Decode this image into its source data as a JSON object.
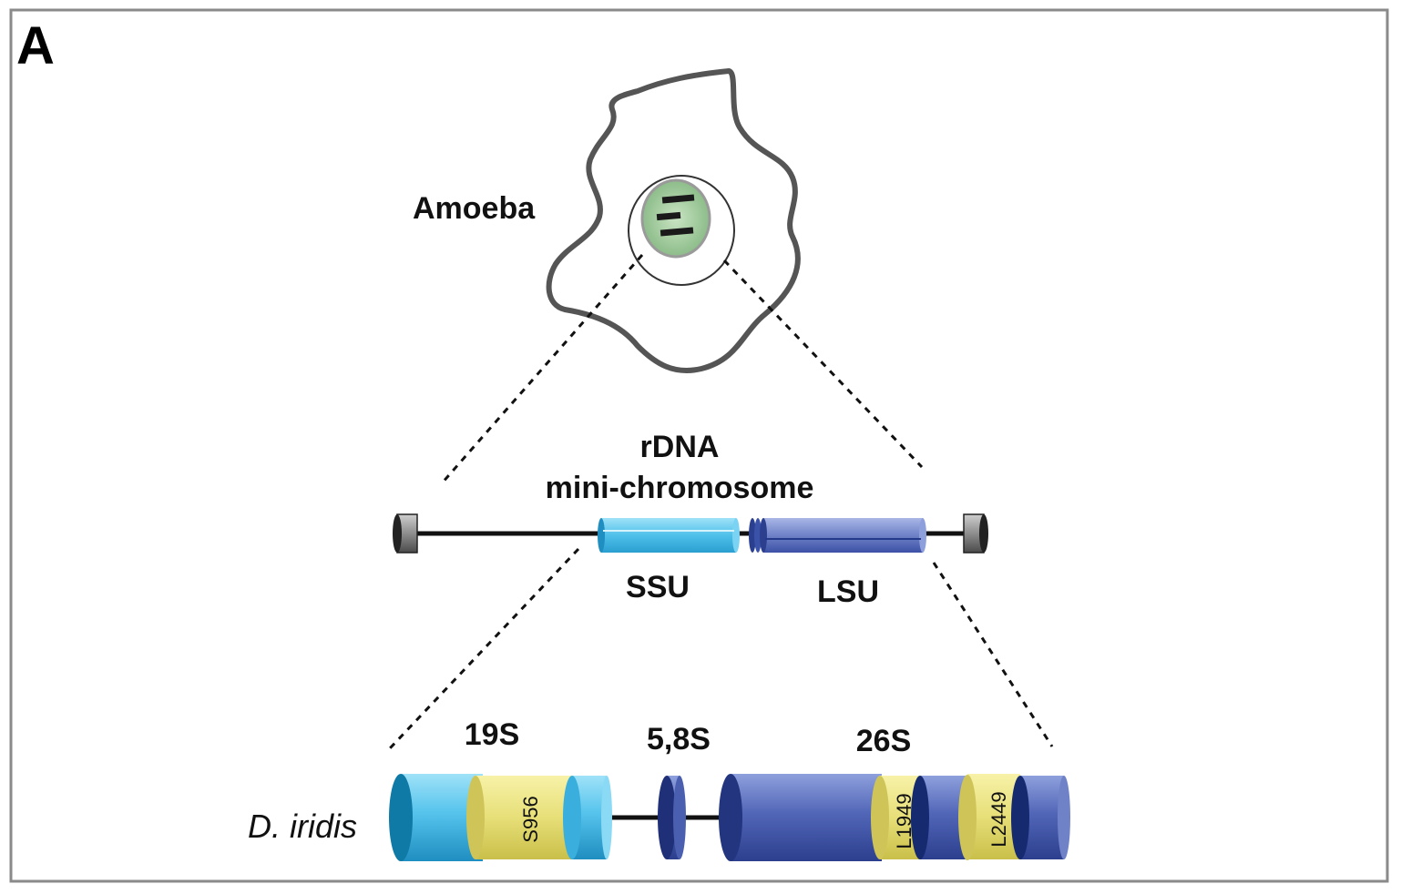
{
  "panel_letter": "A",
  "labels": {
    "cell": "Amoeba",
    "chromosome_line1": "rDNA",
    "chromosome_line2": "mini-chromosome",
    "ssu": "SSU",
    "lsu": "LSU",
    "gene_19s": "19S",
    "gene_58s": "5,8S",
    "gene_26s": "26S",
    "species": "D. iridis"
  },
  "introns": [
    {
      "name": "S956"
    },
    {
      "name": "L1949"
    },
    {
      "name": "L2449"
    }
  ],
  "colors": {
    "frame": "#8a8a8a",
    "cell_outline": "#555555",
    "nucleus_fill": "#9ec99a",
    "ssu_light_blue": "#5ec8ef",
    "lsu_dark_blue": "#4a5fb0",
    "intron_yellow": "#e8e27a",
    "rna_58s": "#2a3f8f",
    "line": "#111111"
  }
}
